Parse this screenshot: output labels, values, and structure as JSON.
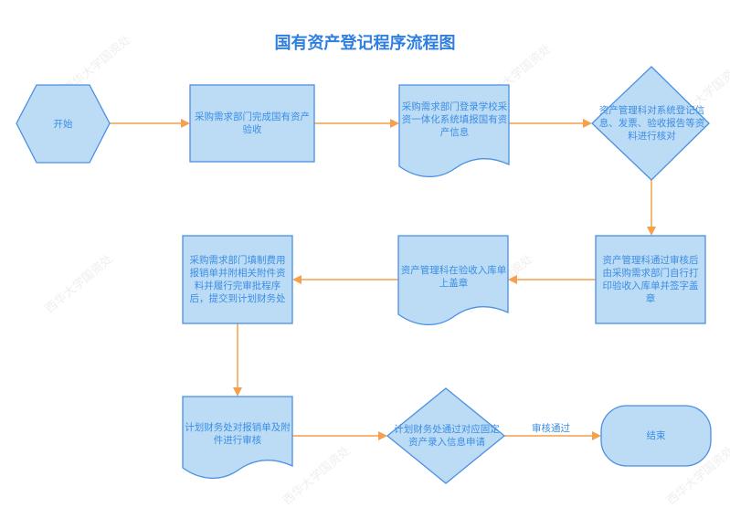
{
  "title": "国有资产登记程序流程图",
  "watermark": "西华大学国资处",
  "nodes": {
    "start": "开始",
    "step1": "采购需求部门完成国有资产验收",
    "step2": "采购需求部门登录学校采资一体化系统填报国有资产信息",
    "step3": "资产管理科对系统登记信息、发票、验收报告等资料进行核对",
    "step4": "资产管理科通过审核后由采购需求部门自行打印验收入库单并签字盖章",
    "step5": "资产管理科在验收入库单上盖章",
    "step6": "采购需求部门填制费用报销单并附相关附件资料并履行完审批程序后，提交到计划财务处",
    "step7": "计划财务处对报销单及附件进行审核",
    "step8": "计划财务处通过对应固定资产录入信息申请",
    "end": "结束"
  },
  "edges": {
    "approved": "审核通过"
  },
  "colors": {
    "fill": "#bcdcf6",
    "stroke": "#4a90e2",
    "arrow": "#f4a04c",
    "text": "#3b8de3"
  }
}
